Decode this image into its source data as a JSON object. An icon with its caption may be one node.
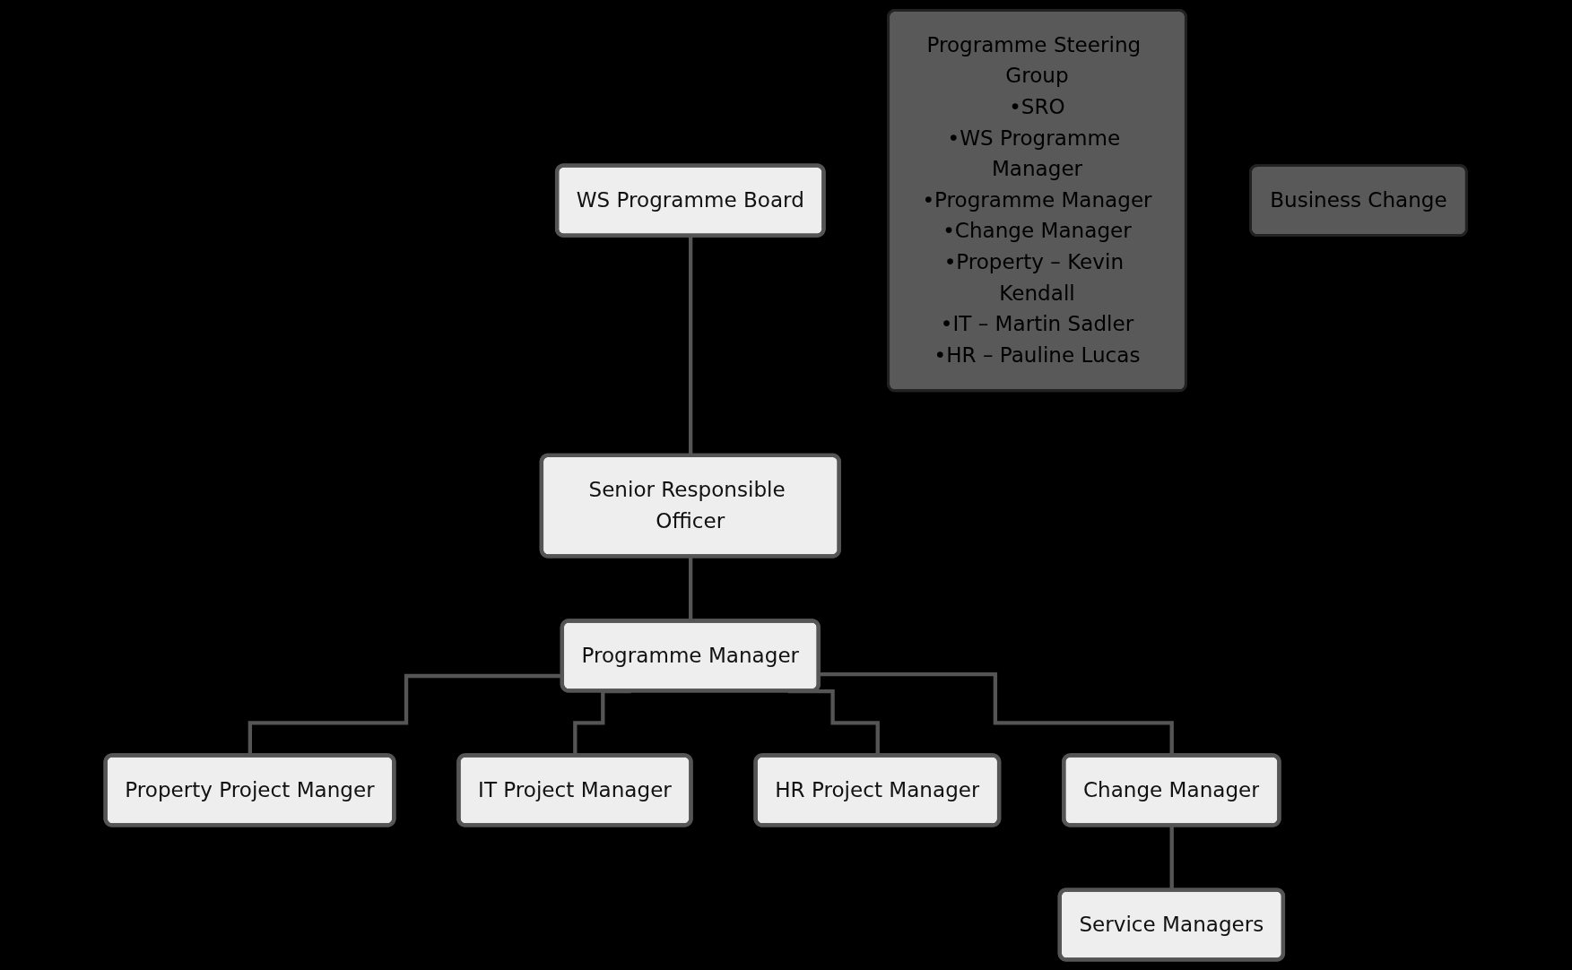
{
  "diagram": {
    "nodes": [
      {
        "text": [
          "WS Programme Board"
        ]
      },
      {
        "text": [
          "Senior Responsible Officer"
        ]
      },
      {
        "text": [
          "Programme Manager"
        ]
      },
      {
        "text": [
          "Property Project Manger"
        ]
      },
      {
        "text": [
          "IT Project Manager"
        ]
      },
      {
        "text": [
          "HR Project Manager"
        ]
      },
      {
        "text": [
          "Change Manager"
        ]
      },
      {
        "text": [
          "Service Managers"
        ]
      },
      {
        "text": [
          "Programme Steering Group",
          "•SRO",
          "•WS Programme Manager",
          "•Programme Manager",
          "•Change Manager",
          "•Property – Kevin Kendall",
          "•IT – Martin Sadler",
          "•HR – Pauline Lucas"
        ]
      },
      {
        "text": [
          "Business Change"
        ]
      }
    ],
    "edges": [
      {
        "from": 0,
        "to": 1,
        "arrow": "none"
      },
      {
        "from": 1,
        "to": 2,
        "arrow": "none"
      },
      {
        "from": 2,
        "to": 3,
        "arrow": "none"
      },
      {
        "from": 2,
        "to": 4,
        "arrow": "none"
      },
      {
        "from": 2,
        "to": 5,
        "arrow": "none"
      },
      {
        "from": 2,
        "to": 6,
        "arrow": "none"
      },
      {
        "from": 6,
        "to": 7,
        "arrow": "none"
      }
    ]
  }
}
